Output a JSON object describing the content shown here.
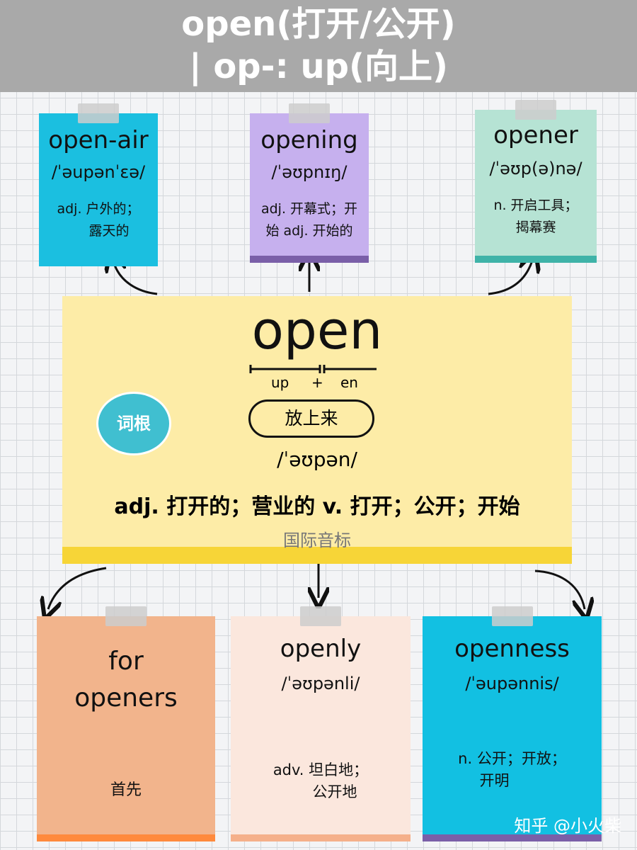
{
  "header": {
    "line1": "open(打开/公开)",
    "line2": "| op-: up(向上)"
  },
  "top_cards": [
    {
      "word": "open-air",
      "ipa": "/ˈəupənˈɛə/",
      "meaning_1": "adj. 户外的；",
      "meaning_2": "露天的",
      "color": "#1bbfe0"
    },
    {
      "word": "opening",
      "ipa": "/ˈəʊpnɪŋ/",
      "meaning_1": "adj. 开幕式；开",
      "meaning_2": "始 adj. 开始的",
      "color": "#c6b0ee"
    },
    {
      "word": "opener",
      "ipa": "/ˈəʊp(ə)nə/",
      "meaning_1": "n. 开启工具；",
      "meaning_2": "揭幕赛",
      "color": "#b6e3d4"
    }
  ],
  "main": {
    "word": "open",
    "part_up": "up",
    "part_plus": "+",
    "part_en": "en",
    "root_meaning": "放上来",
    "root_badge": "词根",
    "ipa": "/ˈəʊpən/",
    "meaning": "adj. 打开的；营业的 v. 打开；公开；开始",
    "phonetic_label": "国际音标",
    "color": "#fdeca7"
  },
  "bottom_cards": [
    {
      "word_1": "for",
      "word_2": "openers",
      "meaning_1": "首先",
      "color": "#f2b48c"
    },
    {
      "word": "openly",
      "ipa": "/ˈəʊpənli/",
      "meaning_1": "adv. 坦白地；",
      "meaning_2": "公开地",
      "color": "#fbe7dd"
    },
    {
      "word": "openness",
      "ipa": "/ˈəupənnis/",
      "meaning_1": "n. 公开；开放；",
      "meaning_2": "开明",
      "color": "#12c0e2"
    }
  ],
  "watermark": "知乎 @小火柴"
}
